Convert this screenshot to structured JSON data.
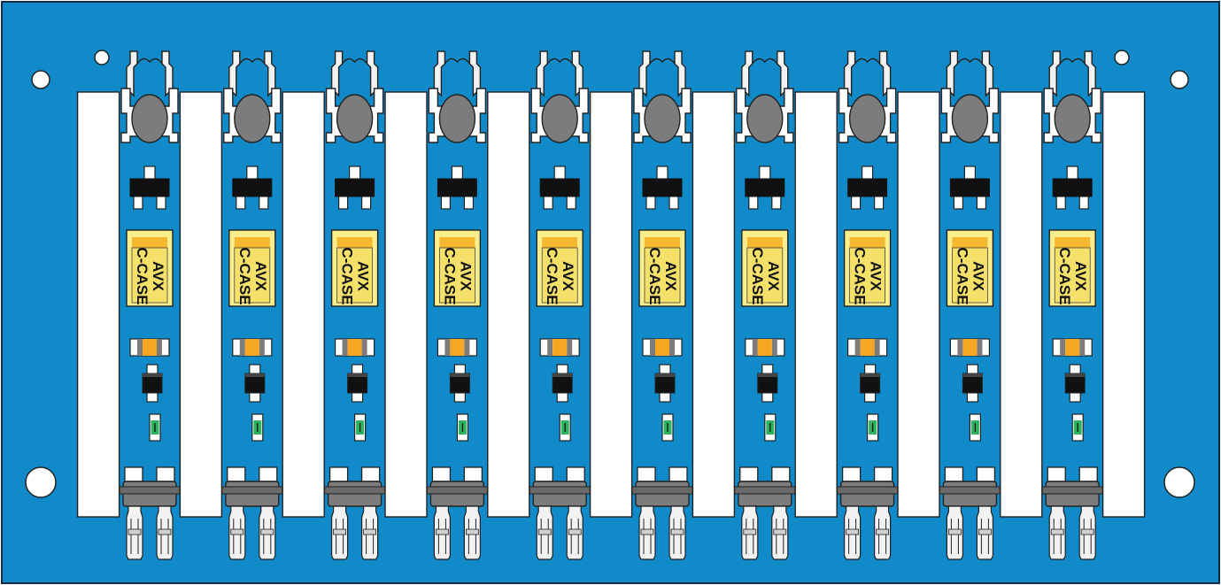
{
  "board": {
    "colors": {
      "pcb": "#108ac8",
      "outline": "#0b2a44",
      "slot": "#ffffff",
      "silver": "#f2f2f2",
      "dark_gray": "#7c7c7c",
      "black": "#111111",
      "cap_yellow": "#f9ed8c",
      "cap_stripe": "#f5b730",
      "orange": "#f5a623",
      "green": "#2db35d"
    },
    "cap_text": [
      "AVX",
      "C-CASE"
    ],
    "cell_count": 10,
    "component_icons": [
      "inductor-icon",
      "transistor-icon",
      "tantalum-capacitor-icon",
      "resistor-icon",
      "diode-icon",
      "led-icon",
      "connector-icon",
      "crimp-terminal-icon"
    ]
  }
}
